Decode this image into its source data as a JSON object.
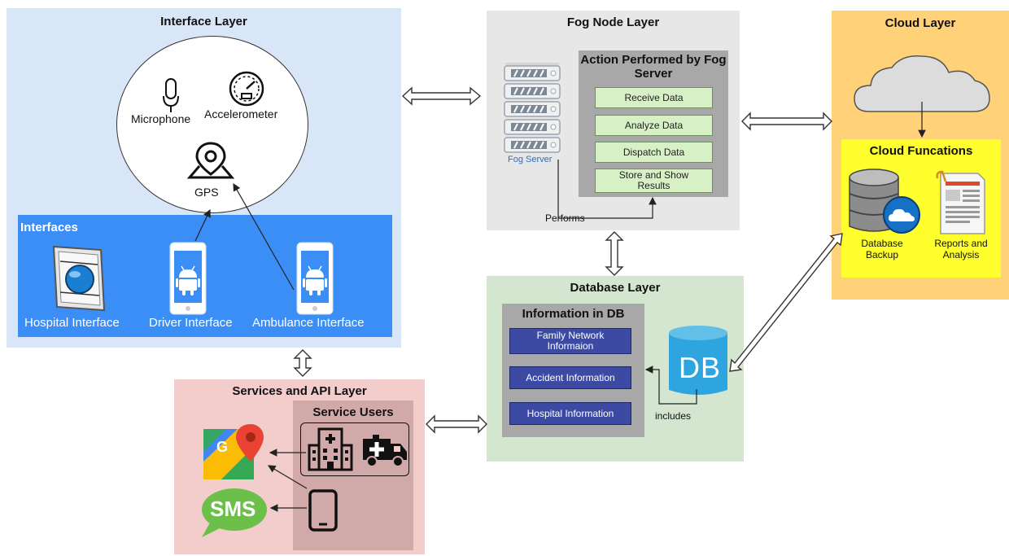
{
  "interface_layer": {
    "title": "Interface Layer",
    "sensors": {
      "microphone": "Microphone",
      "accelerometer": "Accelerometer",
      "gps": "GPS"
    },
    "interfaces_title": "Interfaces",
    "interfaces": [
      {
        "label": "Hospital Interface",
        "icon": "hospital-tablet-icon"
      },
      {
        "label": "Driver Interface",
        "icon": "android-phone-icon"
      },
      {
        "label": "Ambulance Interface",
        "icon": "android-phone-icon"
      }
    ]
  },
  "fog_layer": {
    "title": "Fog Node Layer",
    "server_label": "Fog Server",
    "actions_title": "Action Performed by Fog Server",
    "actions": [
      "Receive Data",
      "Analyze Data",
      "Dispatch Data",
      "Store and Show Results"
    ],
    "connector_label": "Performs"
  },
  "cloud_layer": {
    "title": "Cloud Layer",
    "functions_title": "Cloud Funcations",
    "functions": [
      {
        "label": "Database Backup",
        "icon": "database-cloud-icon"
      },
      {
        "label": "Reports and Analysis",
        "icon": "report-document-icon"
      }
    ]
  },
  "database_layer": {
    "title": "Database Layer",
    "info_title": "Information in DB",
    "items": [
      "Family Network Informaion",
      "Accident Information",
      "Hospital Information"
    ],
    "db_label": "DB",
    "connector_label": "includes"
  },
  "services_layer": {
    "title": "Services and API Layer",
    "users_title": "Service Users",
    "sms_label": "SMS",
    "maps_letter": "G",
    "icons": [
      "hospital-building-icon",
      "ambulance-icon",
      "mobile-phone-icon",
      "google-maps-icon",
      "sms-bubble-icon"
    ]
  },
  "colors": {
    "interface_bg": "#d9e6f7",
    "interfaces_bg": "#3a8ef6",
    "fog_bg": "#e7e7e7",
    "cloud_bg": "#ffd27a",
    "cloud_functions_bg": "#ffff2e",
    "database_bg": "#d4e6cf",
    "services_bg": "#f3cccc",
    "db_blue": "#2fa5df"
  }
}
